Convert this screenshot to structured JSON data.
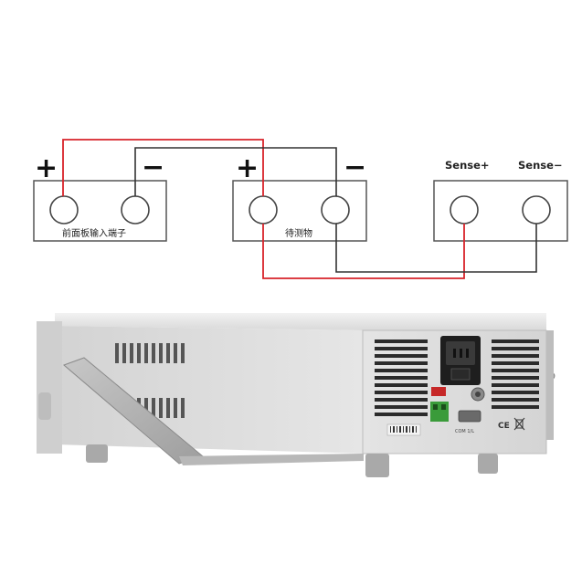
{
  "diagram": {
    "plus_symbol": "+",
    "minus_symbol": "−",
    "box1_label": "前面板输入端子",
    "box2_label": "待测物",
    "sense_plus_label": "Sense+",
    "sense_minus_label": "Sense−"
  },
  "colors": {
    "wire_red": "#d8232a",
    "wire_dark": "#333333",
    "box_stroke": "#555555",
    "device_body": "#dcdcdc",
    "device_panel": "#c8c8c8"
  },
  "device": {
    "logo_text": "CE",
    "port_label": "COM 1/L"
  }
}
